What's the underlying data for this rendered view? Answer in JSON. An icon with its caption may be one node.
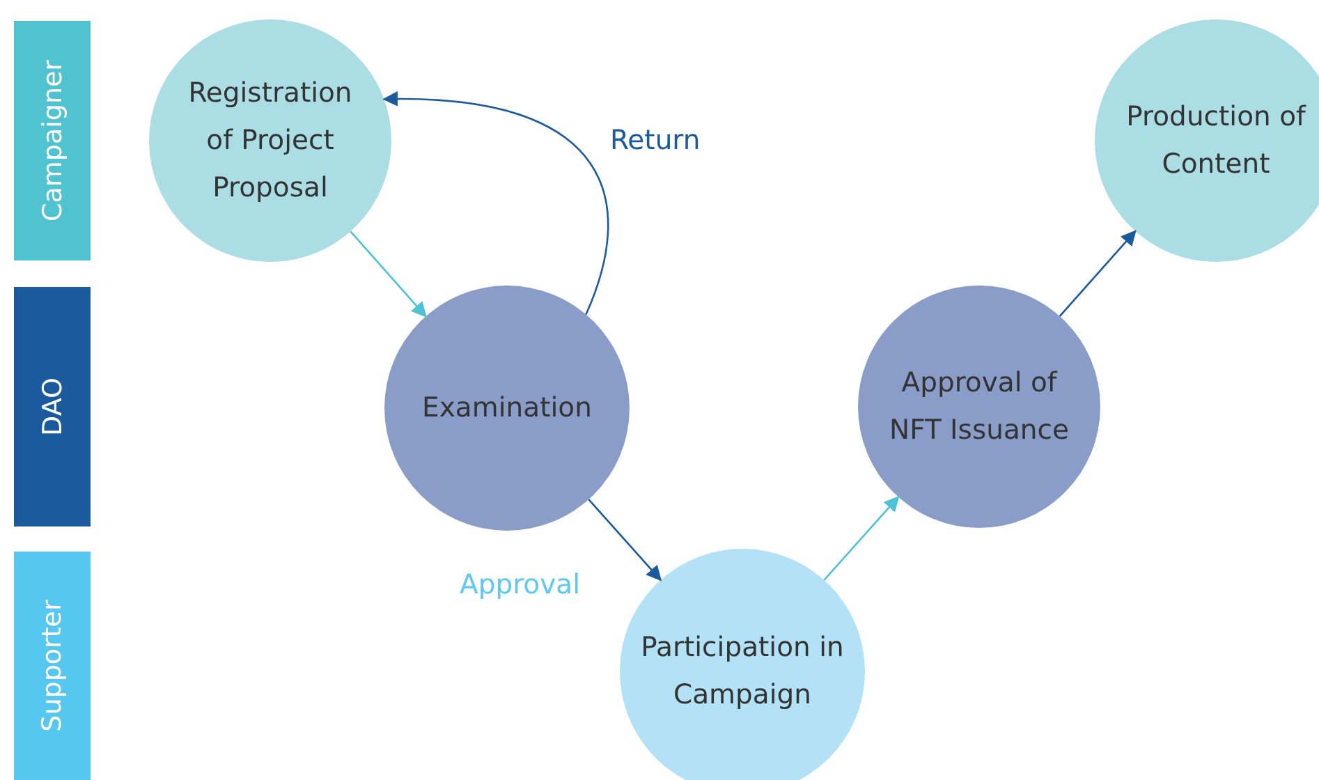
{
  "diagram": {
    "nodes": [
      {
        "text": [
          "Campaigner"
        ]
      },
      {
        "text": [
          "DAO"
        ]
      },
      {
        "text": [
          "Supporter"
        ]
      },
      {
        "text": [
          "Registration of Project Proposal"
        ]
      },
      {
        "text": [
          "Examination"
        ]
      },
      {
        "text": [
          "Approval of NFT Issuance"
        ]
      },
      {
        "text": [
          "Production of Content"
        ]
      },
      {
        "text": [
          "Participation in Campaign"
        ]
      }
    ],
    "edges": [
      {
        "from": 3,
        "to": 4,
        "arrow": "to",
        "color": "#4ec3d6"
      },
      {
        "from": 4,
        "to": 3,
        "arrow": "to",
        "label": "Return"
      },
      {
        "from": 4,
        "to": 7,
        "arrow": "to",
        "label": "Approval"
      },
      {
        "from": 7,
        "to": 5,
        "arrow": "to",
        "color": "#4ec3d6"
      },
      {
        "from": 5,
        "to": 6,
        "arrow": "to"
      }
    ]
  }
}
